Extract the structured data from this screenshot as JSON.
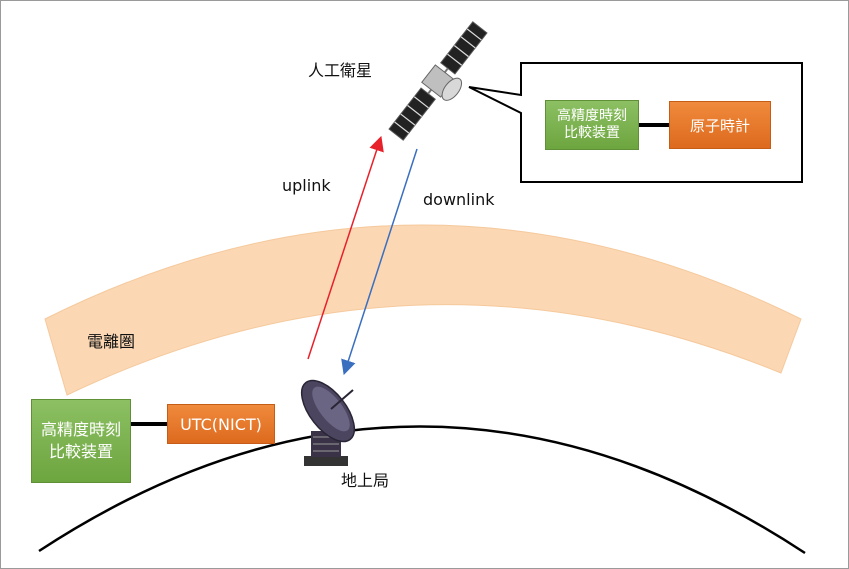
{
  "labels": {
    "satellite": "人工衛星",
    "uplink": "uplink",
    "downlink": "downlink",
    "ionosphere": "電離圏",
    "ground_station": "地上局"
  },
  "satellite_callout": {
    "comparator": "高精度時刻\n比較装置",
    "clock": "原子時計"
  },
  "ground": {
    "comparator": "高精度時刻\n比較装置",
    "clock": "UTC(NICT)"
  },
  "colors": {
    "uplink_arrow": "#e8202a",
    "downlink_arrow": "#3a6fc0",
    "ionosphere": "#fbd7b4",
    "comparator_box": "#78ad48",
    "clock_box": "#e5762b"
  }
}
